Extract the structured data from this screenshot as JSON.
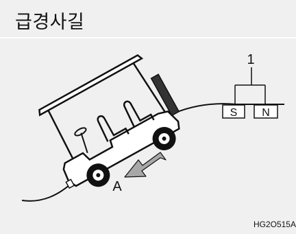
{
  "title": "급경사길",
  "labels": {
    "callout_number": "1",
    "gear_s": "S",
    "gear_n": "N",
    "direction": "A"
  },
  "figure_code": "HG2O515A",
  "icons": {
    "cart": "golf-cart-icon",
    "arrow": "downhill-arrow-icon"
  },
  "colors": {
    "background": "#f0f0f0",
    "line": "#111111",
    "arrow_fill": "#a8a8a8"
  }
}
